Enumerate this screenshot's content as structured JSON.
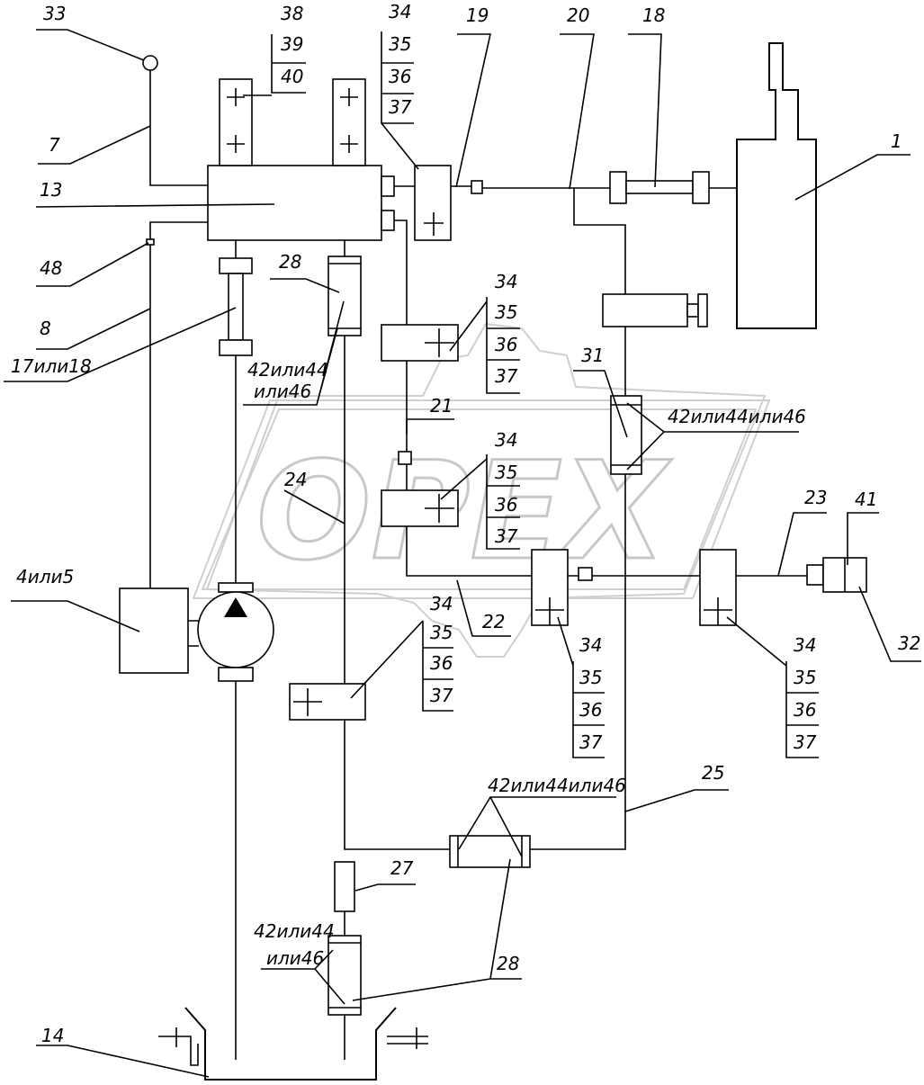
{
  "watermark": {
    "text": "OPEX"
  },
  "labels": {
    "l1": "1",
    "l7": "7",
    "l8": "8",
    "l13": "13",
    "l14": "14",
    "l17": "17или18",
    "l18": "18",
    "l19": "19",
    "l20": "20",
    "l21": "21",
    "l22": "22",
    "l23": "23",
    "l24": "24",
    "l25": "25",
    "l27": "27",
    "l28a": "28",
    "l28b": "28",
    "l31": "31",
    "l32": "32",
    "l33": "33",
    "l41": "41",
    "l45": "4или5",
    "l48": "48",
    "stack_top": [
      "38",
      "39",
      "40"
    ],
    "stack": [
      "34",
      "35",
      "36",
      "37"
    ],
    "s42a_1": "42или44",
    "s42a_2": "или46",
    "s42b": "42или44или46",
    "s42c": "42или44или46",
    "s42d_1": "42или44",
    "s42d_2": "или46"
  }
}
